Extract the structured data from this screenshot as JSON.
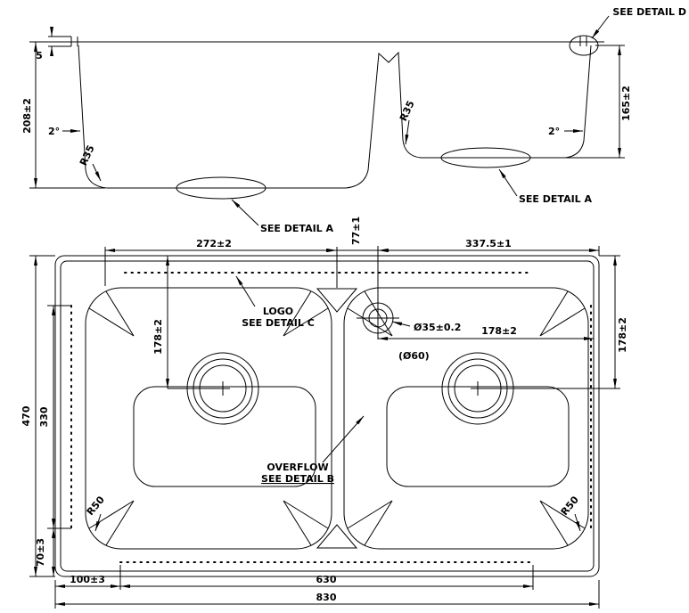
{
  "drawing": {
    "colors": {
      "line": "#000000",
      "background": "#ffffff"
    },
    "section": {
      "see_detail_d": "SEE DETAIL D",
      "see_detail_a_right": "SEE DETAIL  A",
      "see_detail_a_left": "SEE DETAIL A",
      "dim_depth_left": "208±2",
      "dim_depth_right": "165±2",
      "dim_rim": "5",
      "angle_left": "2°",
      "angle_right": "2°",
      "radius_left": "R35",
      "radius_right": "R35"
    },
    "plan": {
      "dim_left_span": "272±2",
      "dim_center_offset": "77±1",
      "dim_right_span": "337.5±1",
      "dim_bowl1_drain_v": "178±2",
      "dim_bowl2_drain_h": "178±2",
      "dim_bowl2_drain_v": "178±2",
      "logo_label": "LOGO",
      "logo_detail": "SEE DETAIL C",
      "overflow_label": "OVERFLOW",
      "overflow_detail": "SEE DETAIL B",
      "faucet_dia": "Ø35±0.2",
      "faucet_dia_ref": "(Ø60)",
      "dim_height": "470",
      "dim_bowl_height": "330",
      "dim_bottom_offset": "70±3",
      "dim_left_margin": "100±3",
      "dim_strip_width": "630",
      "dim_width": "830",
      "radius_bowl1": "R50",
      "radius_bowl2": "R50"
    }
  }
}
